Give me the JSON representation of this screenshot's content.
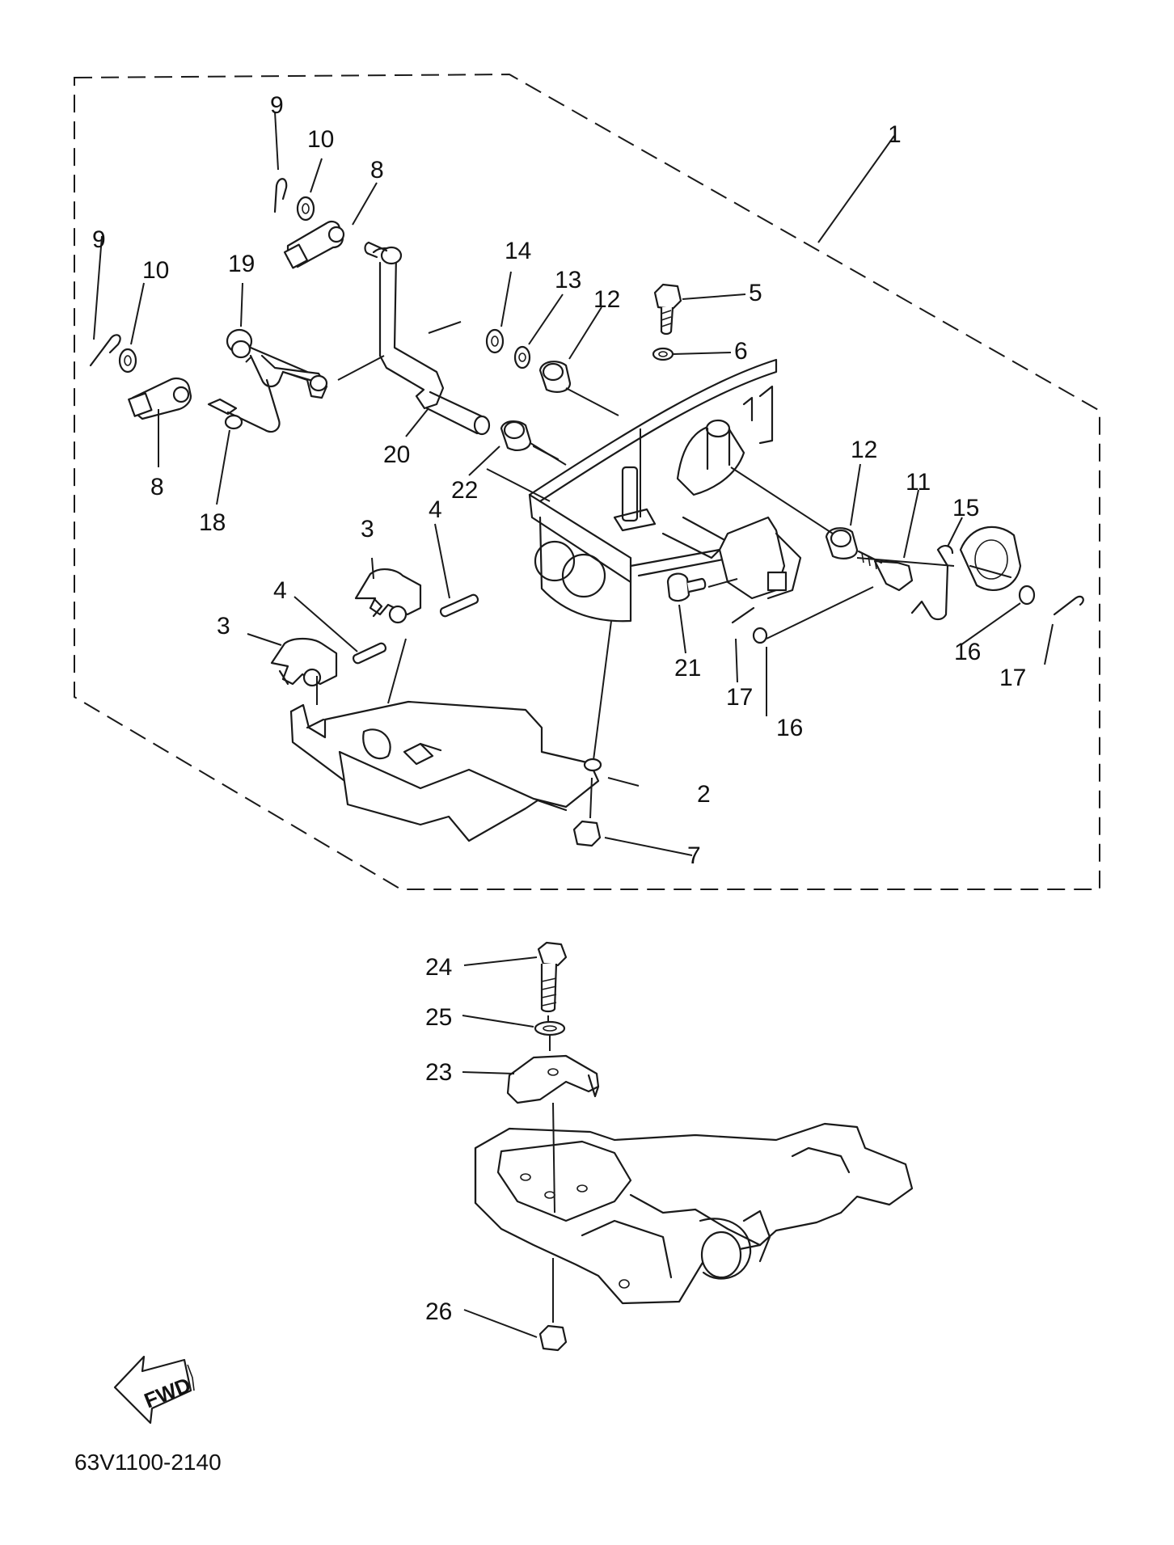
{
  "diagram_code": "63V1100-2140",
  "fwd_label": "FWD",
  "callouts": {
    "c1": "1",
    "c2": "2",
    "c3a": "3",
    "c3b": "3",
    "c4a": "4",
    "c4b": "4",
    "c5": "5",
    "c6": "6",
    "c7": "7",
    "c8a": "8",
    "c8b": "8",
    "c9a": "9",
    "c9b": "9",
    "c10a": "10",
    "c10b": "10",
    "c11": "11",
    "c12a": "12",
    "c12b": "12",
    "c13": "13",
    "c14": "14",
    "c15": "15",
    "c16a": "16",
    "c16b": "16",
    "c17a": "17",
    "c17b": "17",
    "c18": "18",
    "c19": "19",
    "c20": "20",
    "c21": "21",
    "c22": "22",
    "c23": "23",
    "c24": "24",
    "c25": "25",
    "c26": "26"
  }
}
